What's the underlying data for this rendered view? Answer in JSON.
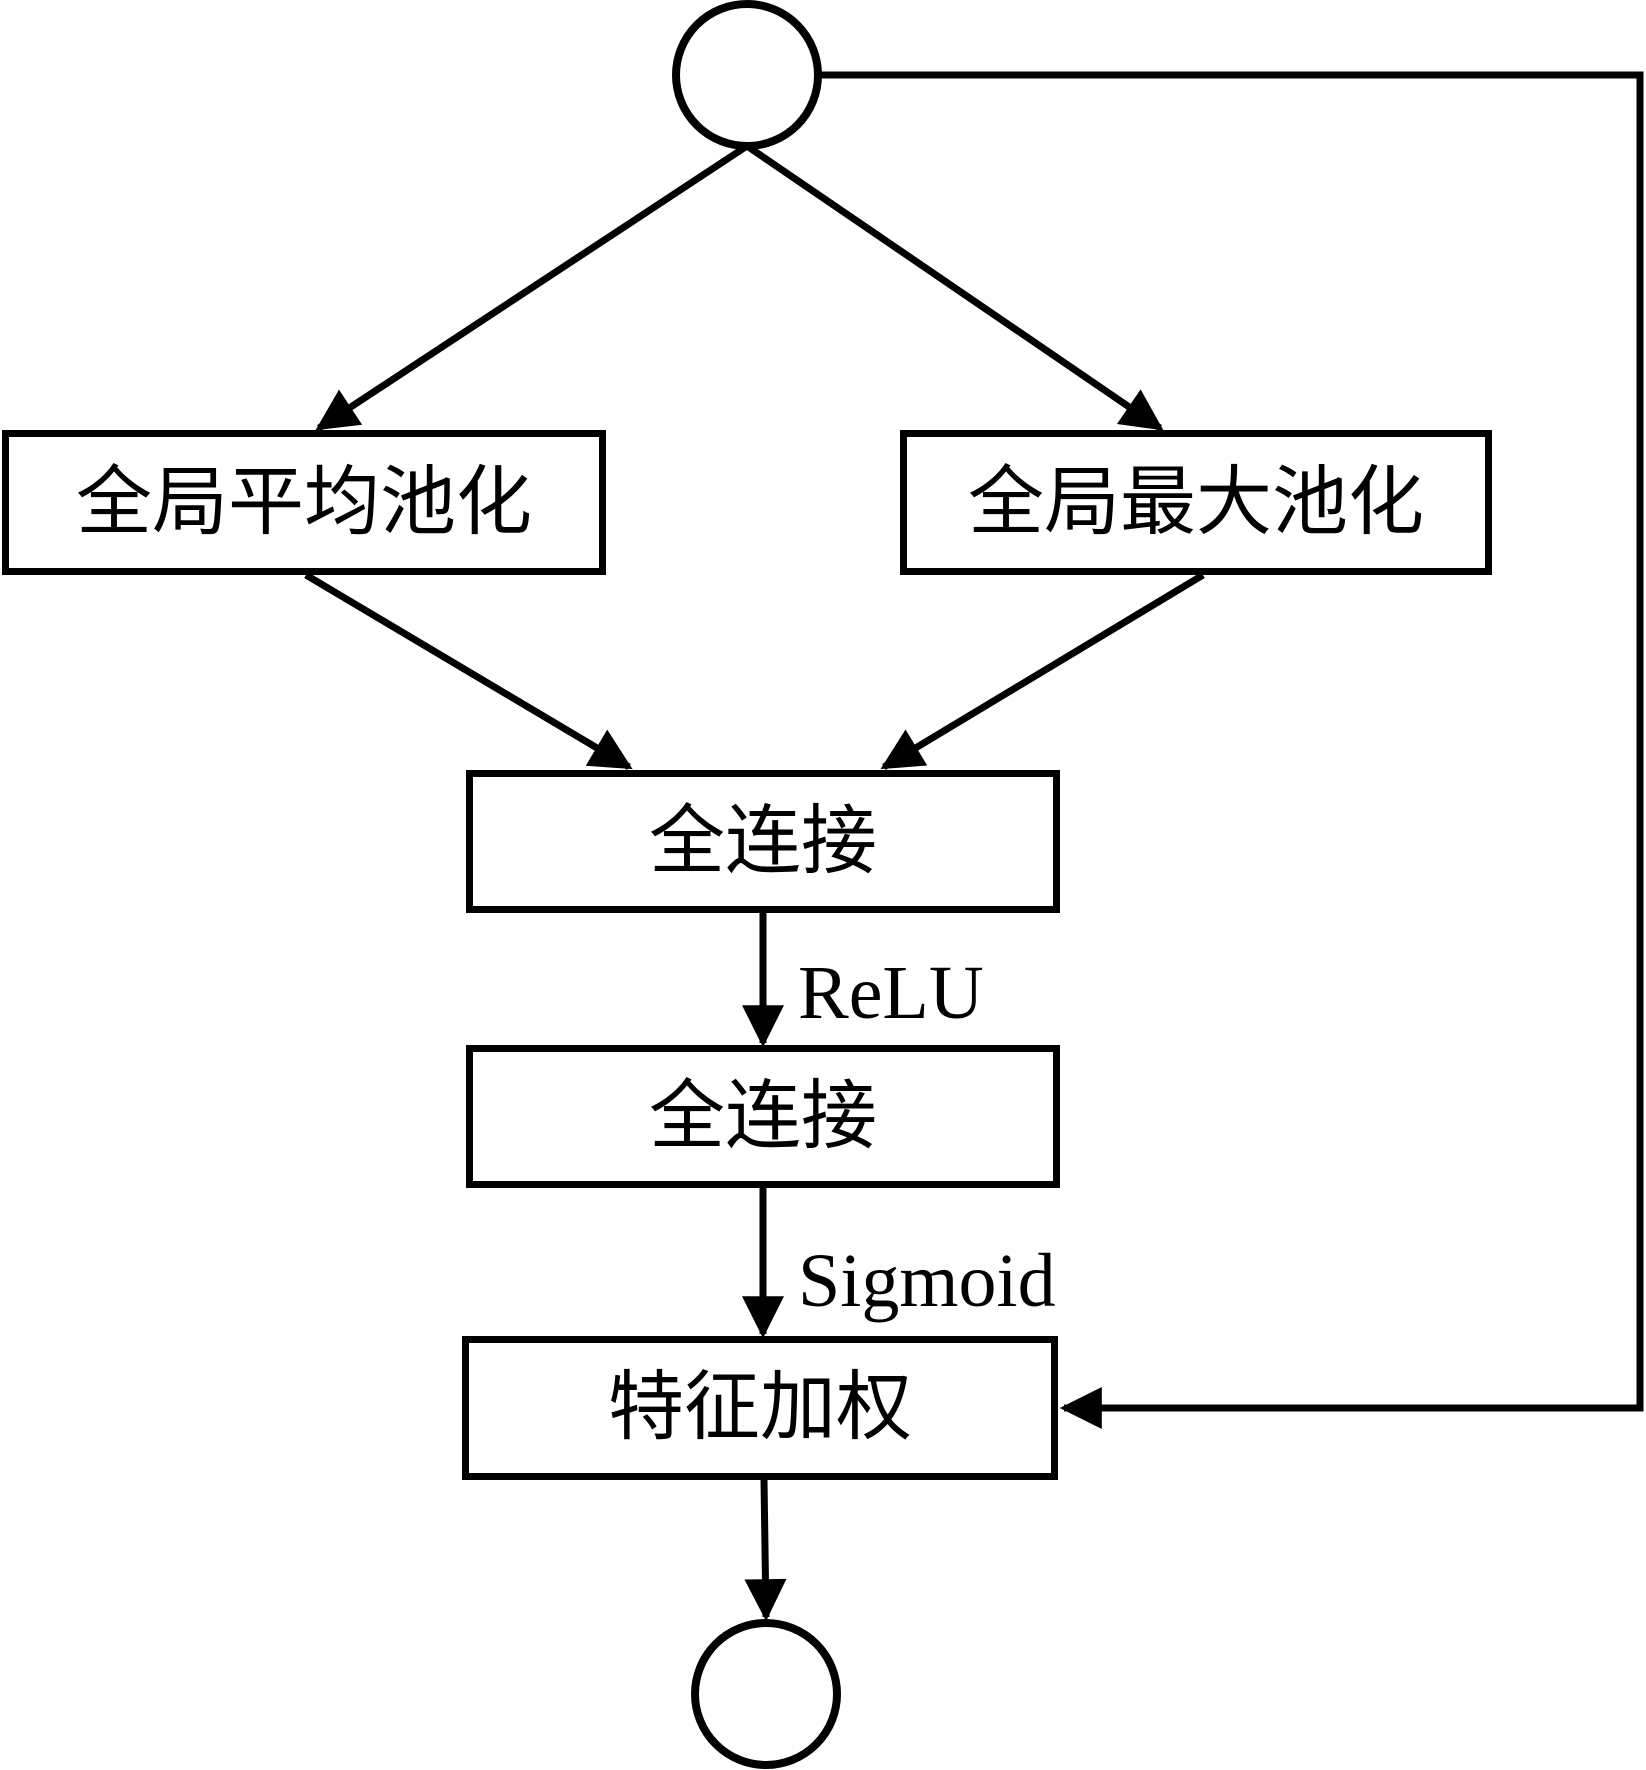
{
  "diagram": {
    "background_color": "#ffffff",
    "line_color": "#000000",
    "nodes": {
      "input": {
        "shape": "circle",
        "label": ""
      },
      "gap": {
        "shape": "rect",
        "label": "全局平均池化"
      },
      "gmp": {
        "shape": "rect",
        "label": "全局最大池化"
      },
      "fc1": {
        "shape": "rect",
        "label": "全连接"
      },
      "fc2": {
        "shape": "rect",
        "label": "全连接"
      },
      "fw": {
        "shape": "rect",
        "label": "特征加权"
      },
      "output": {
        "shape": "circle",
        "label": ""
      }
    },
    "edges": {
      "relu_label": "ReLU",
      "sigmoid_label": "Sigmoid",
      "connections": [
        {
          "from": "input",
          "to": "gap"
        },
        {
          "from": "input",
          "to": "gmp"
        },
        {
          "from": "gap",
          "to": "fc1"
        },
        {
          "from": "gmp",
          "to": "fc1"
        },
        {
          "from": "fc1",
          "to": "fc2",
          "label": "ReLU"
        },
        {
          "from": "fc2",
          "to": "fw",
          "label": "Sigmoid"
        },
        {
          "from": "input",
          "to": "fw",
          "label": "",
          "type": "skip-connection"
        },
        {
          "from": "fw",
          "to": "output"
        }
      ]
    }
  }
}
